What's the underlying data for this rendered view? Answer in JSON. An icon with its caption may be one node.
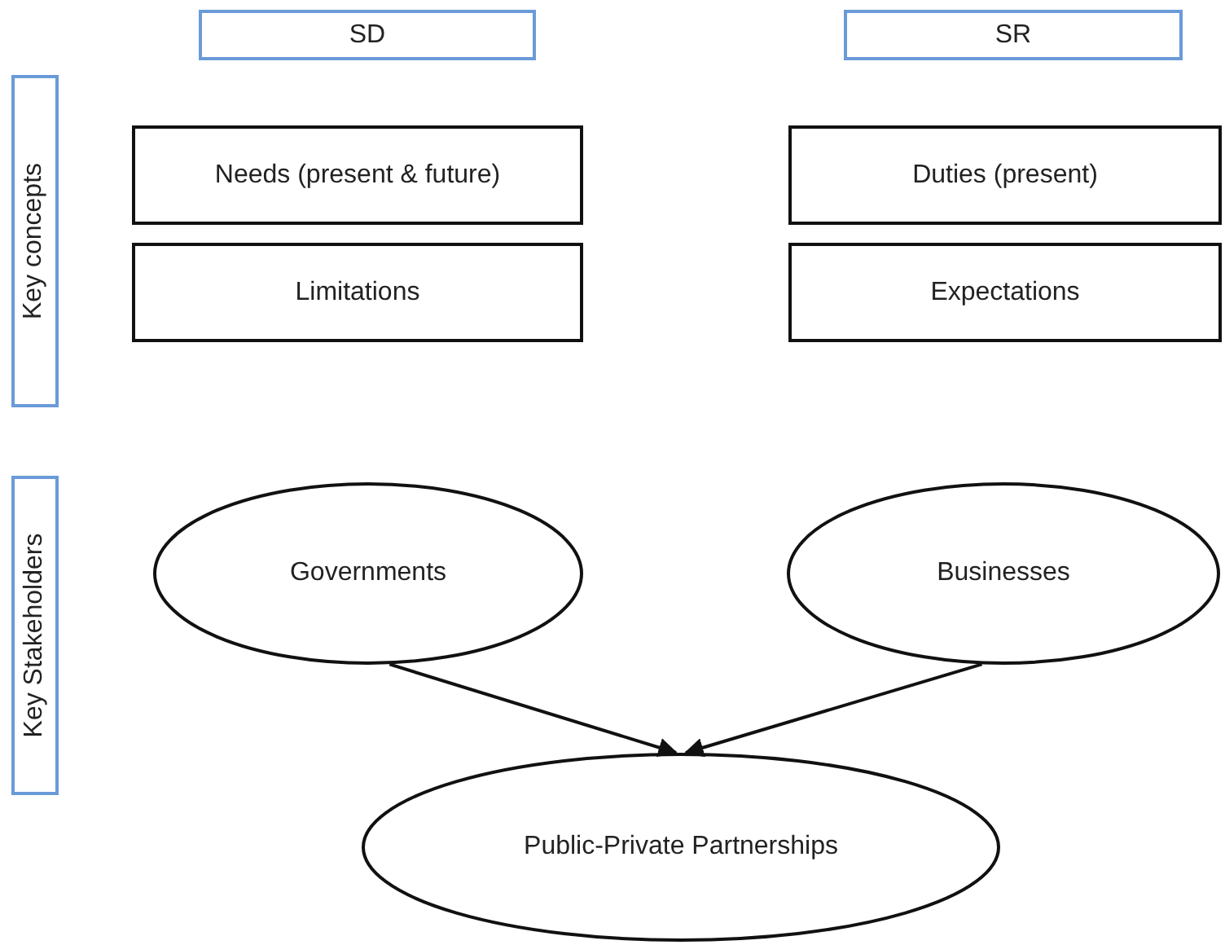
{
  "diagram": {
    "nodes": [
      {
        "text": [
          "SD"
        ]
      },
      {
        "text": [
          "SR"
        ]
      },
      {
        "text": [
          "Key concepts"
        ]
      },
      {
        "text": [
          "Needs (present & future)"
        ]
      },
      {
        "text": [
          "Limitations"
        ]
      },
      {
        "text": [
          "Duties (present)"
        ]
      },
      {
        "text": [
          "Expectations"
        ]
      },
      {
        "text": [
          "Key Stakeholders"
        ]
      },
      {
        "text": [
          "Governments"
        ]
      },
      {
        "text": [
          "Businesses"
        ]
      },
      {
        "text": [
          "Public-Private Partnerships"
        ]
      }
    ],
    "edges": [
      {
        "from": 8,
        "to": 10,
        "arrow": "to"
      },
      {
        "from": 9,
        "to": 10,
        "arrow": "to"
      }
    ]
  }
}
